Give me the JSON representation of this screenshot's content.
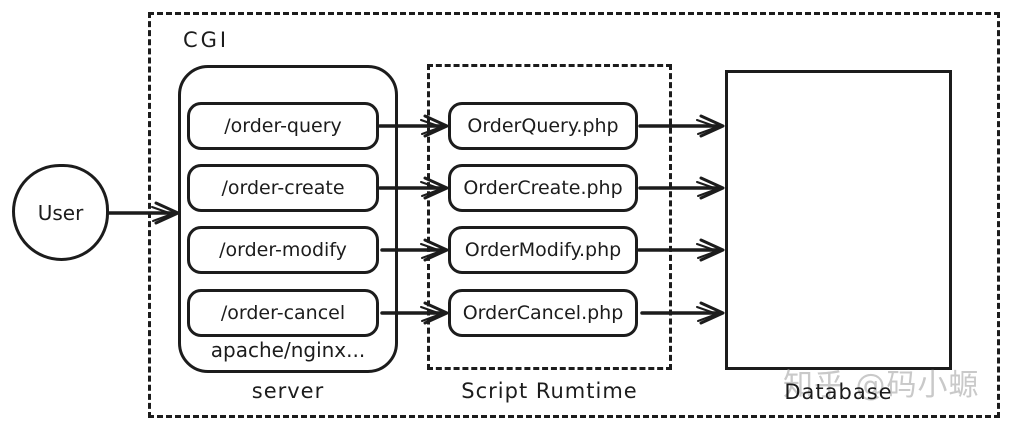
{
  "diagram": {
    "cgi_label": "CGI",
    "user": {
      "label": "User"
    },
    "server": {
      "endpoints": [
        "/order-query",
        "/order-create",
        "/order-modify",
        "/order-cancel"
      ],
      "engine_label": "apache/nginx...",
      "caption": "server"
    },
    "runtime": {
      "scripts": [
        "OrderQuery.php",
        "OrderCreate.php",
        "OrderModify.php",
        "OrderCancel.php"
      ],
      "caption": "Script Rumtime"
    },
    "database": {
      "caption": "Database"
    },
    "watermark": "知乎 @码小螈",
    "colors": {
      "stroke": "#1c1c1c",
      "watermark": "#c9c9c9",
      "background": "#ffffff"
    }
  }
}
